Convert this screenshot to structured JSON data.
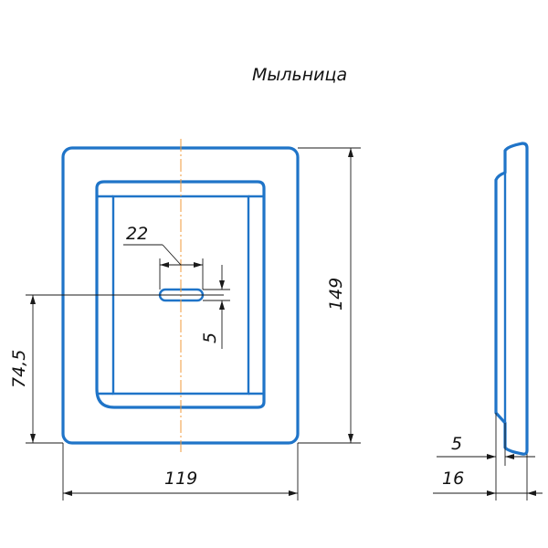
{
  "title": "Мыльница",
  "dimensions": {
    "width": "119",
    "height": "149",
    "center_height": "74,5",
    "slot_length": "22",
    "slot_offset": "5",
    "inner_depth": "5",
    "total_depth": "16"
  },
  "colors": {
    "outline": "#1f74c8",
    "axis": "#f29a3a",
    "dimension": "#1a1a1a"
  }
}
